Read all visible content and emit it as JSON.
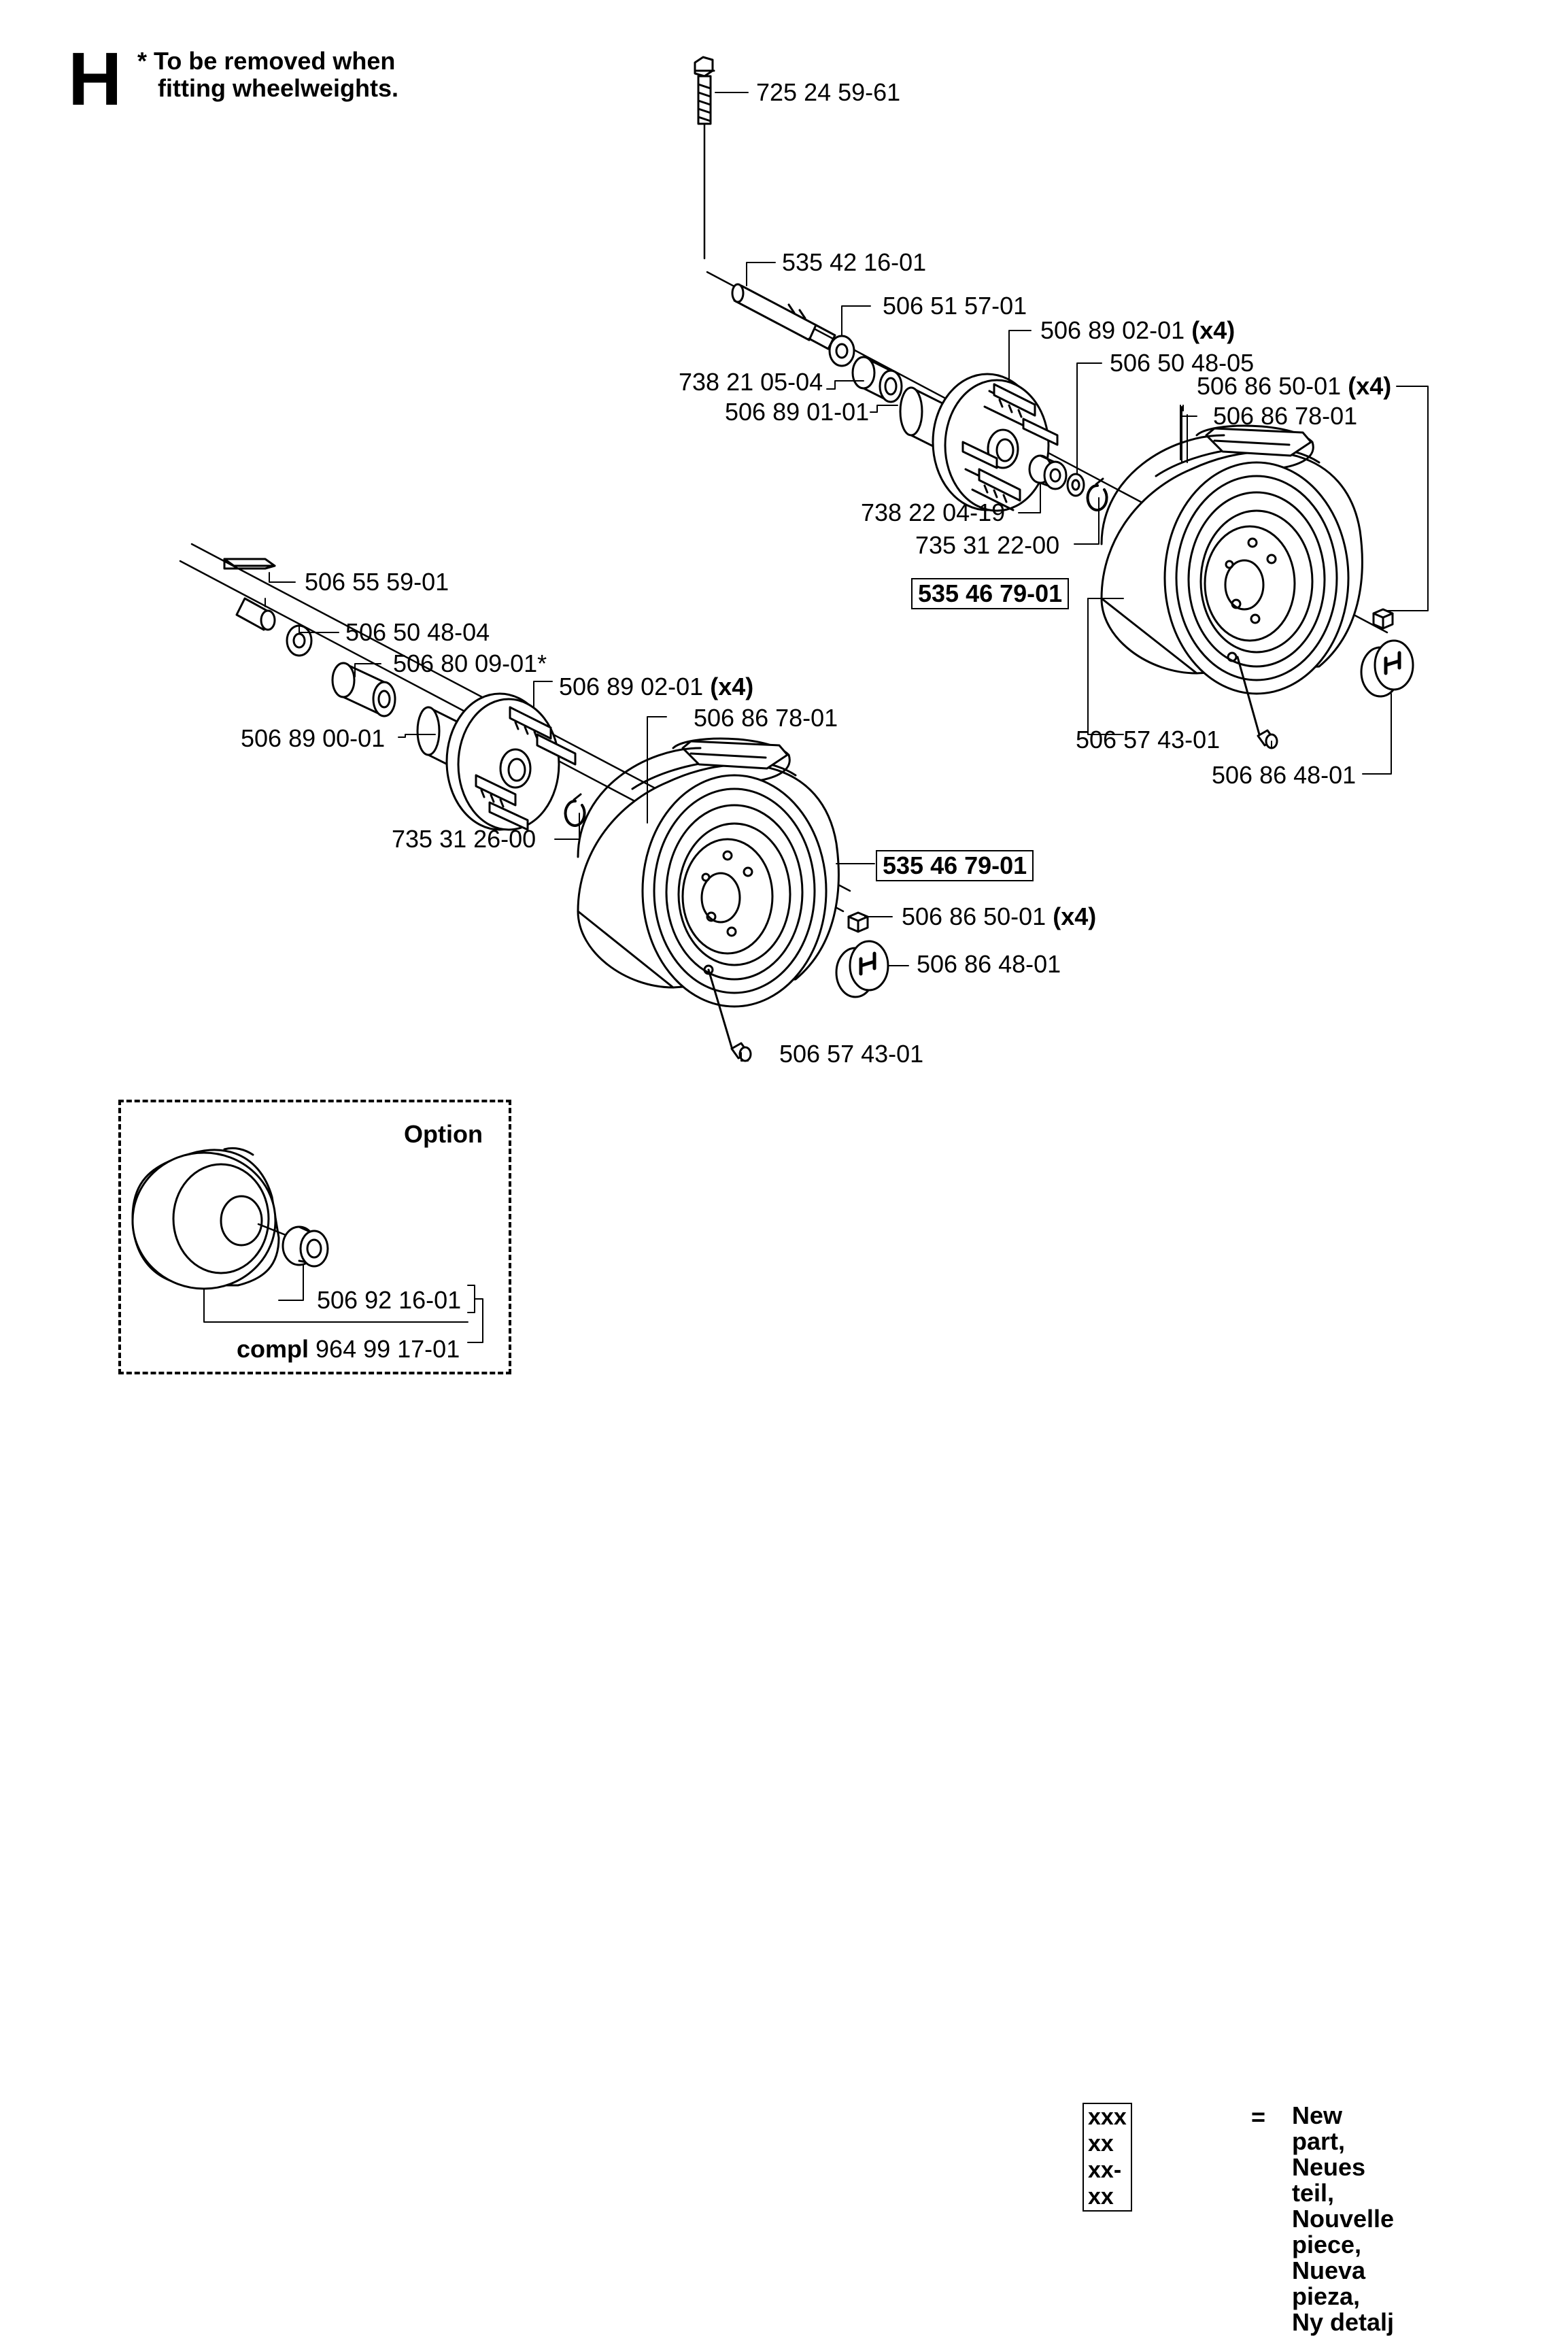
{
  "header": {
    "section_letter": "H",
    "note_line1": "* To be removed when",
    "note_line2": "fitting wheelweights."
  },
  "callouts": {
    "p725_24_59_61": "725 24 59-61",
    "p535_42_16_01": "535 42 16-01",
    "p506_51_57_01": "506 51 57-01",
    "p738_21_05_04": "738 21 05-04",
    "p506_89_01_01": "506 89 01-01",
    "p506_89_02_01_r": "506 89 02-01",
    "p506_50_48_05": "506 50 48-05",
    "p506_86_50_01_r": "506 86 50-01",
    "p506_86_78_01_r": "506 86 78-01",
    "p738_22_04_19": "738 22 04-19",
    "p735_31_22_00": "735 31 22-00",
    "p535_46_79_01_r": "535 46 79-01",
    "p506_57_43_01_r": "506 57 43-01",
    "p506_86_48_01_r": "506 86 48-01",
    "p506_55_59_01": "506 55 59-01",
    "p506_50_48_04": "506 50 48-04",
    "p506_80_09_01": "506 80 09-01*",
    "p506_89_02_01_l": "506 89 02-01",
    "p506_86_78_01_l": "506 86 78-01",
    "p506_89_00_01": "506 89 00-01",
    "p735_31_26_00": "735 31 26-00",
    "p535_46_79_01_l": "535 46 79-01",
    "p506_86_50_01_l": "506 86 50-01",
    "p506_86_48_01_l": "506 86 48-01",
    "p506_57_43_01_l": "506 57 43-01",
    "qty_x4": "(x4)"
  },
  "option": {
    "title": "Option",
    "part": "506 92 16-01",
    "compl_prefix": "compl",
    "compl_part": "964 99 17-01"
  },
  "legend": {
    "code": "xxx xx xx-xx",
    "equals": "=",
    "meanings": [
      "New part,",
      "Neues teil,",
      "Nouvelle piece,",
      "Nueva pieza,",
      "Ny detalj"
    ]
  }
}
